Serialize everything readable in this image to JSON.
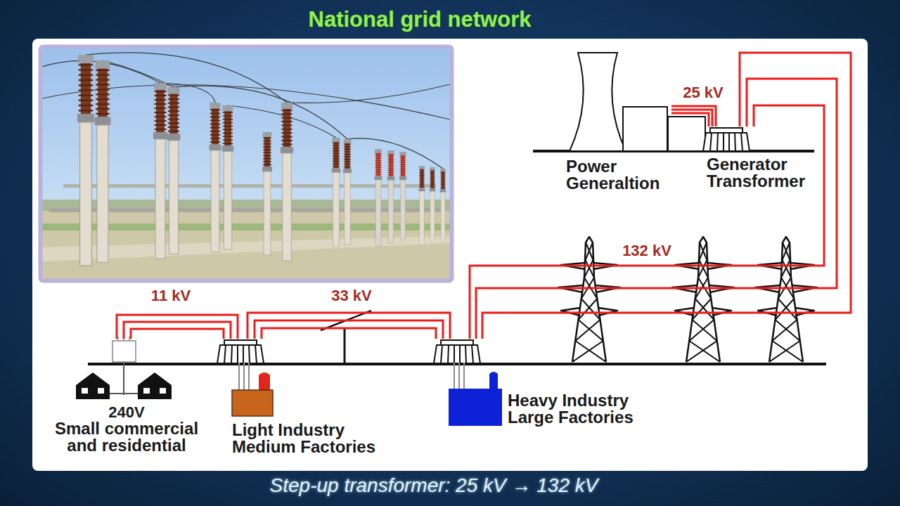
{
  "diagram": {
    "title": "National grid network",
    "caption": "Step-up transformer: 25 kV → 132 kV",
    "nodes": [
      {
        "text": [
          "Power Generaltion"
        ]
      },
      {
        "text": [
          "Generator Transformer"
        ]
      },
      {
        "text": [
          "240V",
          "Small commercial and residential"
        ]
      },
      {
        "text": [
          "Light Industry Medium Factories"
        ]
      },
      {
        "text": [
          "Heavy Industry Large Factories"
        ]
      }
    ],
    "edges": [
      {
        "from": 0,
        "to": 1,
        "label": "25 kV",
        "arrow": "none"
      },
      {
        "from": 1,
        "to": 4,
        "label": "132 kV",
        "arrow": "none"
      },
      {
        "from": 4,
        "to": 3,
        "label": "33 kV",
        "arrow": "none"
      },
      {
        "from": 3,
        "to": 2,
        "label": "11 kV",
        "arrow": "none"
      }
    ]
  }
}
